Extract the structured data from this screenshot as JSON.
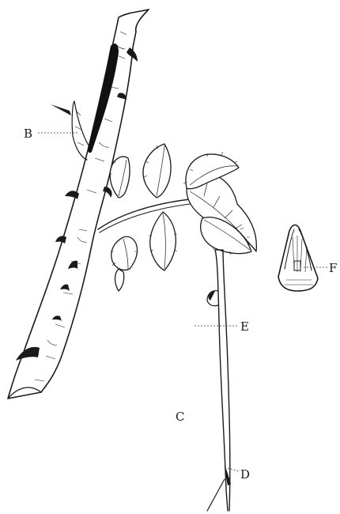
{
  "figure": {
    "labels": {
      "B": "B",
      "C": "C",
      "D": "D",
      "E": "E",
      "F": "F"
    }
  }
}
